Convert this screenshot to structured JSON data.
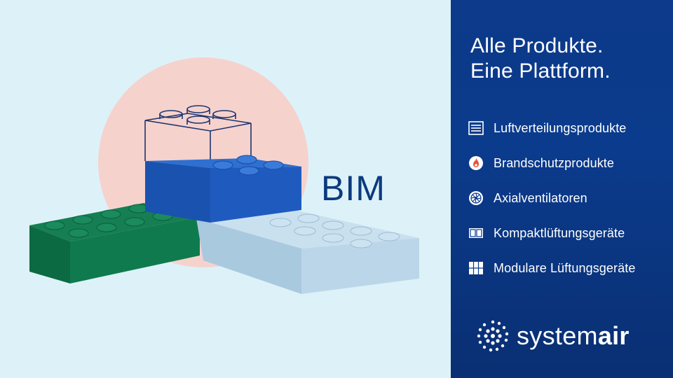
{
  "headline": {
    "line1": "Alle Produkte.",
    "line2": "Eine Plattform."
  },
  "bim_label": "BIM",
  "products": [
    {
      "label": "Luftverteilungsprodukte",
      "icon": "air-distribution-icon"
    },
    {
      "label": "Brandschutzprodukte",
      "icon": "fire-protection-icon"
    },
    {
      "label": "Axialventilatoren",
      "icon": "axial-fan-icon"
    },
    {
      "label": "Kompaktlüftungsgeräte",
      "icon": "compact-unit-icon"
    },
    {
      "label": "Modulare Lüftungsgeräte",
      "icon": "modular-unit-icon"
    }
  ],
  "brand": {
    "name_light": "system",
    "name_bold": "air"
  },
  "colors": {
    "panel_blue": "#0b3b8c",
    "background": "#dcf2f8",
    "circle": "#f6d2cd",
    "brick_blue": "#1f5bbf",
    "brick_green": "#0f7a4e",
    "brick_light": "#b5d3e8",
    "bim_text": "#0c3a7e"
  }
}
